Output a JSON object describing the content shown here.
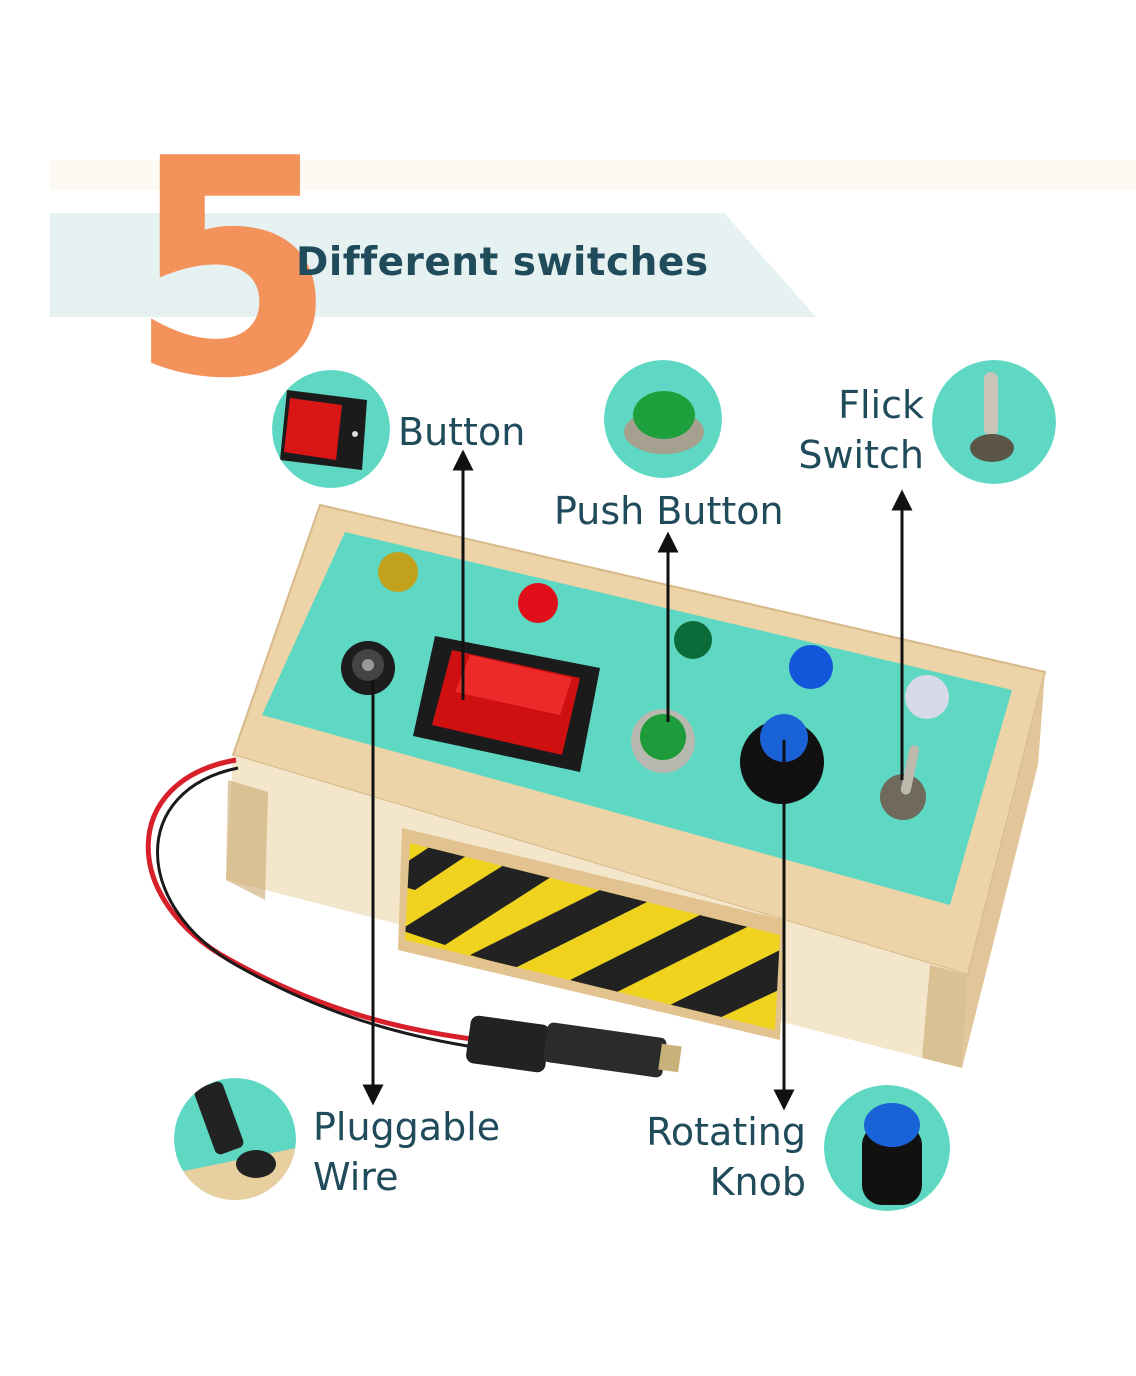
{
  "headline": {
    "number": "5",
    "text": "Different switches"
  },
  "labels": {
    "button": "Button",
    "push_button": "Push Button",
    "flick_switch": "Flick\nSwitch",
    "pluggable_wire": "Pluggable\nWire",
    "rotating_knob": "Rotating\nKnob"
  },
  "colors": {
    "accent_orange": "#f4925c",
    "text_dark": "#1f4b5a",
    "banner_bg": "#e6f1f1",
    "panel_teal": "#5ed8c2",
    "wood": "#ecd4a8"
  }
}
